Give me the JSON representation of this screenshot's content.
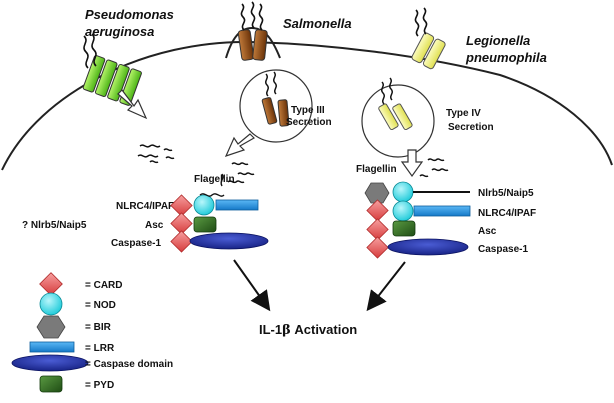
{
  "organisms": {
    "pseudomonas_line1": "Pseudomonas",
    "pseudomonas_line2": "aeruginosa",
    "salmonella": "Salmonella",
    "legionella_line1": "Legionella",
    "legionella_line2": "pneumophila"
  },
  "secretion": {
    "type3_line1": "Type III",
    "type3_line2": "Secretion",
    "type4_line1": "Type IV",
    "type4_line2": "Secretion"
  },
  "left_complex": {
    "flagellin": "Flagellin",
    "nlrc4": "NLRC4/IPAF",
    "asc": "Asc",
    "caspase1": "Caspase-1",
    "naip_question": "? Nlrb5/Naip5"
  },
  "right_complex": {
    "flagellin": "Flagellin",
    "naip5": "Nlrb5/Naip5",
    "nlrc4": "NLRC4/IPAF",
    "asc": "Asc",
    "caspase1": "Caspase-1"
  },
  "activation": {
    "prefix": "IL-1",
    "beta": "β",
    "suffix": " Activation"
  },
  "legend": [
    {
      "shape": "card",
      "label": "= CARD"
    },
    {
      "shape": "nod",
      "label": "= NOD"
    },
    {
      "shape": "bir",
      "label": "= BIR"
    },
    {
      "shape": "lrr",
      "label": "= LRR"
    },
    {
      "shape": "caspase",
      "label": "= Caspase domain"
    },
    {
      "shape": "pyd",
      "label": "= PYD"
    }
  ],
  "colors": {
    "card": "#e8595a",
    "nod": "#22d8e6",
    "bir": "#7a7a7a",
    "lrr": "#1e8fe0",
    "caspase": "#1a2a9c",
    "pyd": "#2f6b22",
    "pseudomonas": "#7ddc2a",
    "salmonella": "#8a4a12",
    "legionella": "#f0f07a"
  }
}
